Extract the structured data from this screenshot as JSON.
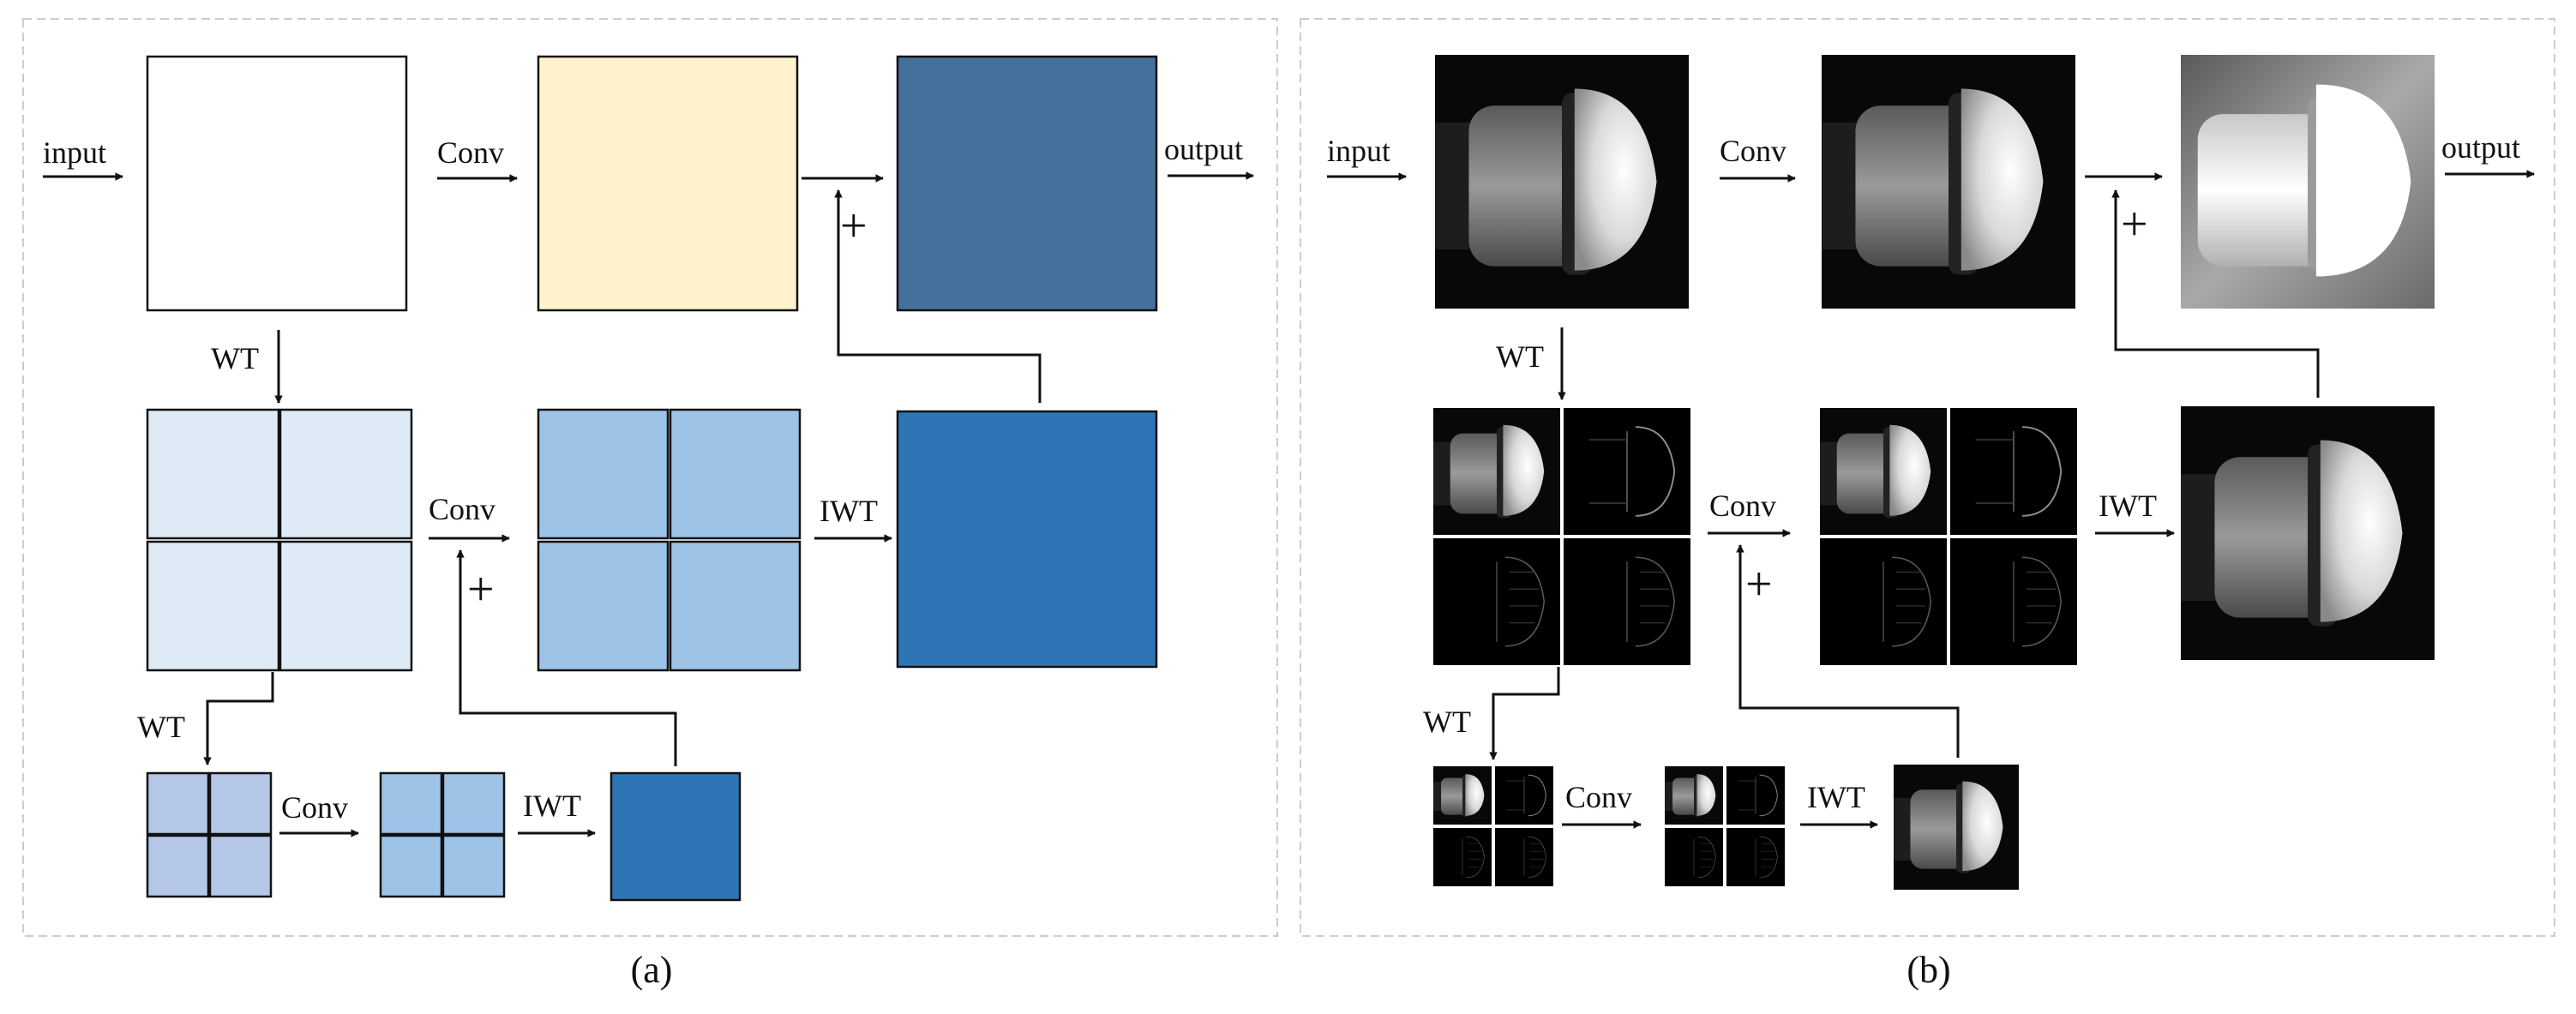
{
  "panel_a": {
    "caption": "(a)",
    "labels": {
      "input": "input",
      "conv_top": "Conv",
      "output": "output",
      "wt_top": "WT",
      "conv_mid": "Conv",
      "iwt_mid": "IWT",
      "wt_bottom": "WT",
      "conv_bottom": "Conv",
      "iwt_bottom": "IWT",
      "plus_top": "+",
      "plus_mid": "+"
    },
    "colors": {
      "input_block": "#ffffff",
      "conv_block": "#fff2cc",
      "output_block": "#43709d",
      "wt_subbands": "#deebf7",
      "conv_subbands": "#9dc3e6",
      "iwt_block": "#2e75b6",
      "wt2_subbands": "#b4c7e7",
      "conv2_subbands": "#9dc3e6",
      "iwt2_block": "#2e75b6"
    }
  },
  "panel_b": {
    "caption": "(b)",
    "labels": {
      "input": "input",
      "conv_top": "Conv",
      "output": "output",
      "wt_top": "WT",
      "conv_mid": "Conv",
      "iwt_mid": "IWT",
      "wt_bottom": "WT",
      "conv_bottom": "Conv",
      "iwt_bottom": "IWT",
      "plus_top": "+",
      "plus_mid": "+"
    }
  }
}
